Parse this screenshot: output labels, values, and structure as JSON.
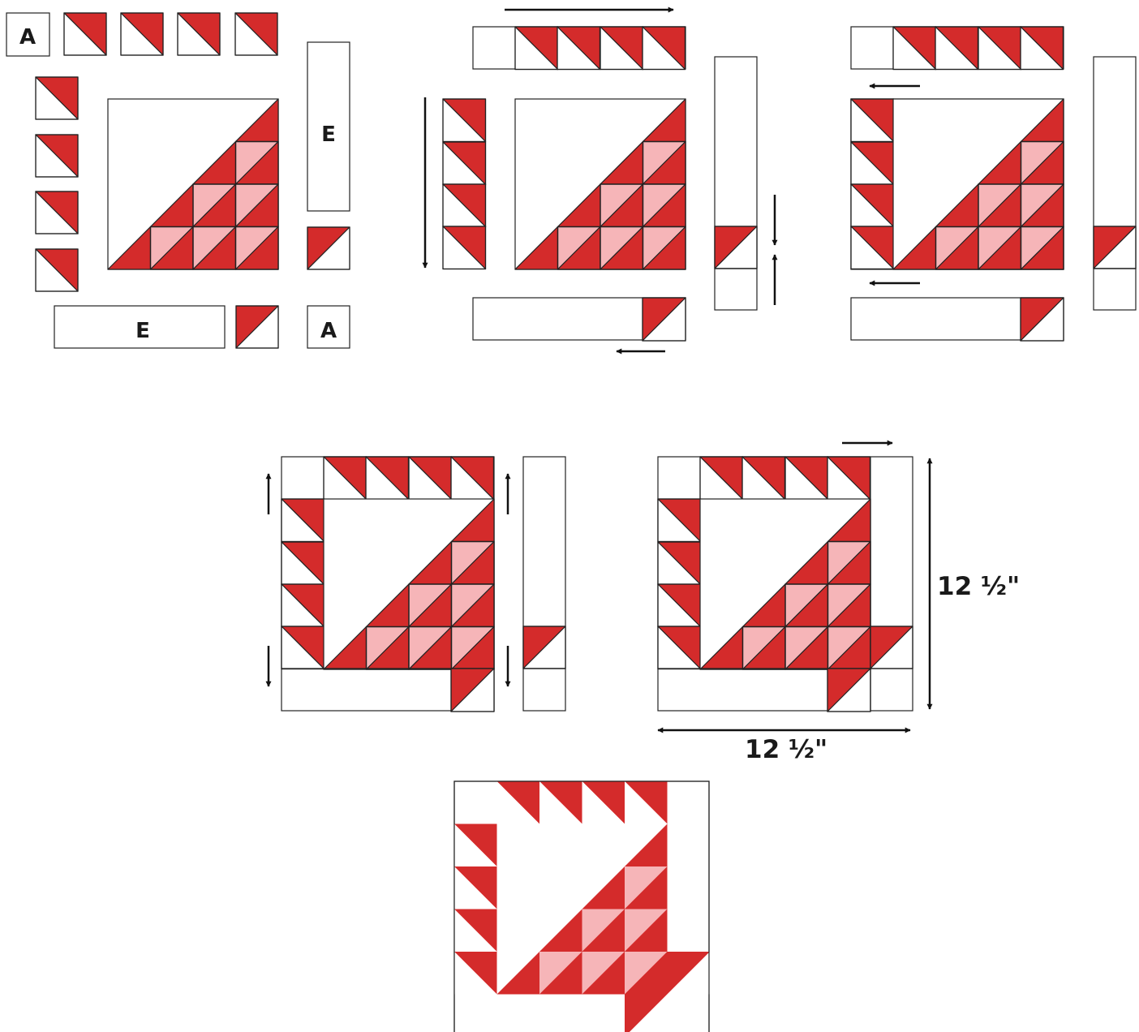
{
  "labels": {
    "patch_a": "A",
    "patch_e": "E",
    "dimension": "12 ½\""
  },
  "colors": {
    "red": "#d42b2b",
    "pink": "#f6b5b8",
    "background": "#ffffff",
    "outline": "#222222",
    "arrow": "#111111"
  }
}
